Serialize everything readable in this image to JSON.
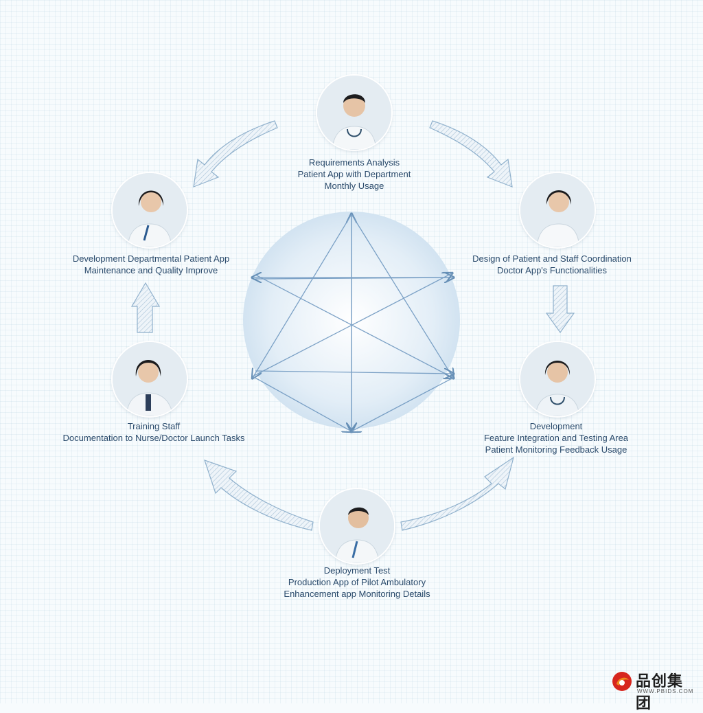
{
  "nodes": [
    {
      "id": "requirements",
      "title": "Requirements Analysis",
      "line2": "Patient App with Department",
      "line3": "Monthly Usage"
    },
    {
      "id": "design",
      "title": "Design of Patient and Staff Coordination",
      "line2": "Doctor App's Functionalities",
      "line3": ""
    },
    {
      "id": "development",
      "title": "Development",
      "line2": "Feature Integration and Testing Area",
      "line3": "Patient Monitoring Feedback Usage"
    },
    {
      "id": "deployment",
      "title": "Deployment Test",
      "line2": "Production App of Pilot Ambulatory",
      "line3": "Enhancement app Monitoring Details"
    },
    {
      "id": "training",
      "title": "Training Staff",
      "line2": "Documentation to Nurse/Doctor Launch Tasks",
      "line3": ""
    },
    {
      "id": "maintenance",
      "title": "Development Departmental Patient App",
      "line2": "Maintenance and Quality Improve",
      "line3": ""
    }
  ],
  "colors": {
    "accent": "#3a6ea5",
    "arrow_fill": "#e4eef6",
    "arrow_stroke": "#8fb0cc",
    "hub": "#dbeaf5",
    "logo_red": "#d7261e",
    "logo_orange": "#f08a1c"
  },
  "logo": {
    "name": "品创集团",
    "url_text": "WWW.PBIDS.COM",
    "icon": "brand-logo-icon"
  }
}
